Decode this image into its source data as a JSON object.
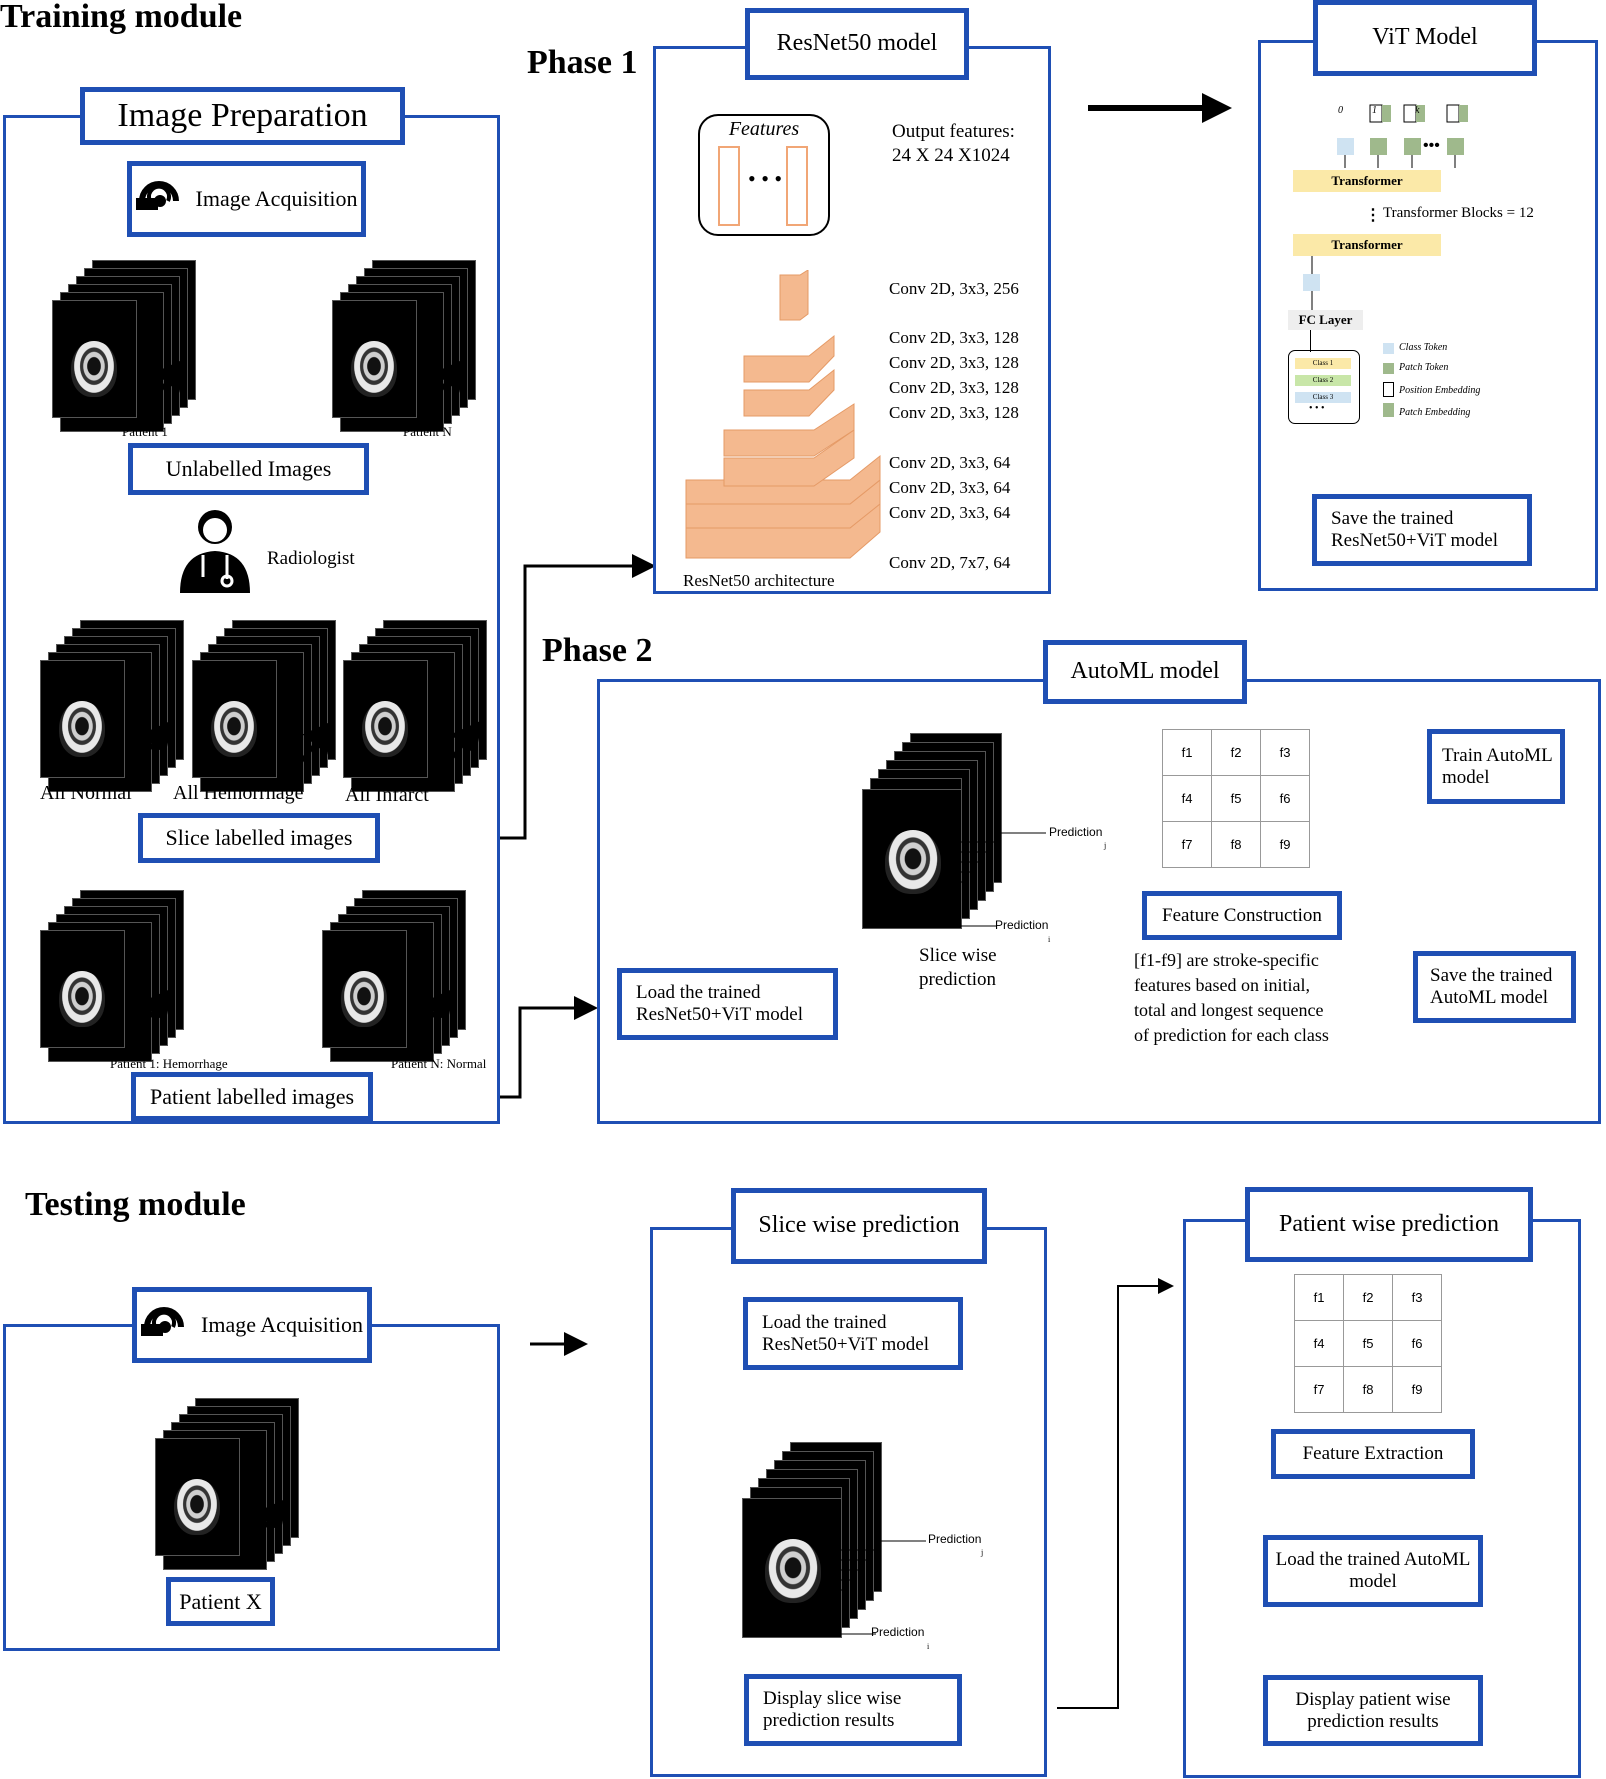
{
  "training": {
    "title": "Training module",
    "image_prep": {
      "title": "Image Preparation",
      "acquisition": "Image Acquisition",
      "patient_1": "Patient 1",
      "patient_n": "Patient N",
      "unlabelled": "Unlabelled Images",
      "radiologist": "Radiologist",
      "all_normal": "All Normal",
      "all_hemorrhage": "All Hemorrhage",
      "all_infarct": "All Infarct",
      "slice_labelled": "Slice labelled images",
      "patient_1_hem": "Patient 1: Hemorrhage",
      "patient_n_norm": "Patient N: Normal",
      "patient_labelled": "Patient labelled images"
    },
    "phase1": {
      "label": "Phase 1",
      "resnet_title": "ResNet50 model",
      "features": "Features",
      "output_features_1": "Output features:",
      "output_features_2": "24 X 24 X1024",
      "layers": [
        "Conv 2D, 3x3, 256",
        "Conv 2D, 3x3, 128",
        "Conv 2D, 3x3, 128",
        "Conv 2D, 3x3, 128",
        "Conv 2D, 3x3, 128",
        "Conv 2D, 3x3, 64",
        "Conv 2D, 3x3, 64",
        "Conv 2D, 3x3, 64",
        "Conv 2D, 7x7, 64"
      ],
      "architecture": "ResNet50 architecture",
      "vit_title": "ViT Model",
      "transformer": "Transformer",
      "transformer_blocks": "Transformer Blocks = 12",
      "fc_layer": "FC Layer",
      "classes": [
        "Class 1",
        "Class 2",
        "Class 3"
      ],
      "legend": [
        "Class Token",
        "Patch Token",
        "Position Embedding",
        "Patch Embedding"
      ],
      "tokens": [
        "0",
        "1",
        "k"
      ],
      "save": "Save the trained ResNet50+ViT model"
    },
    "phase2": {
      "label": "Phase 2",
      "automl_title": "AutoML model",
      "load": "Load the trained ResNet50+ViT model",
      "slice_wise": "Slice wise prediction",
      "prediction": "Prediction",
      "sub_j": "j",
      "sub_i": "i",
      "features": [
        "f1",
        "f2",
        "f3",
        "f4",
        "f5",
        "f6",
        "f7",
        "f8",
        "f9"
      ],
      "feature_construction": "Feature Construction",
      "note": [
        "[f1-f9] are stroke-specific",
        "features based on initial,",
        "total and longest sequence",
        "of prediction for each class"
      ],
      "train": "Train AutoML model",
      "save": "Save the trained AutoML model"
    }
  },
  "testing": {
    "title": "Testing module",
    "acquisition": "Image Acquisition",
    "patient_x": "Patient X",
    "slice_title": "Slice wise prediction",
    "load_resnet": "Load the trained ResNet50+ViT model",
    "prediction": "Prediction",
    "sub_j": "j",
    "sub_i": "i",
    "display_slice": "Display slice wise prediction results",
    "patient_title": "Patient wise prediction",
    "features": [
      "f1",
      "f2",
      "f3",
      "f4",
      "f5",
      "f6",
      "f7",
      "f8",
      "f9"
    ],
    "feature_extraction": "Feature Extraction",
    "load_automl": "Load the trained AutoML model",
    "display_patient": "Display patient wise prediction results"
  },
  "colors": {
    "frame": "#1f4fb4",
    "block": "#f4b98f",
    "transformer": "#fbe9a8",
    "patch": "#9fb98c",
    "class_token": "#cfe3f2"
  }
}
